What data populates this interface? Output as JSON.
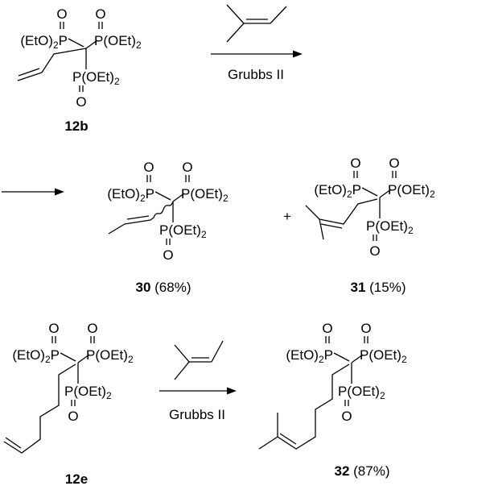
{
  "groups": {
    "left_p": [
      "(EtO)",
      "2",
      "P"
    ],
    "right_p": [
      "P(OEt)",
      "2"
    ],
    "bottom_p": [
      "P(OEt)",
      "2"
    ],
    "oxygen": "O"
  },
  "reactions": [
    {
      "reagent": "2-methyl-2-butene",
      "catalyst": "Grubbs II"
    },
    {
      "reagent": "2-methyl-2-butene",
      "catalyst": "Grubbs II"
    }
  ],
  "plus": "+",
  "compounds": {
    "c12b": {
      "id": "12b",
      "yield": ""
    },
    "c30": {
      "id": "30",
      "yield": "(68%)"
    },
    "c31": {
      "id": "31",
      "yield": "(15%)"
    },
    "c12e": {
      "id": "12e",
      "yield": ""
    },
    "c32": {
      "id": "32",
      "yield": "(87%)"
    }
  }
}
